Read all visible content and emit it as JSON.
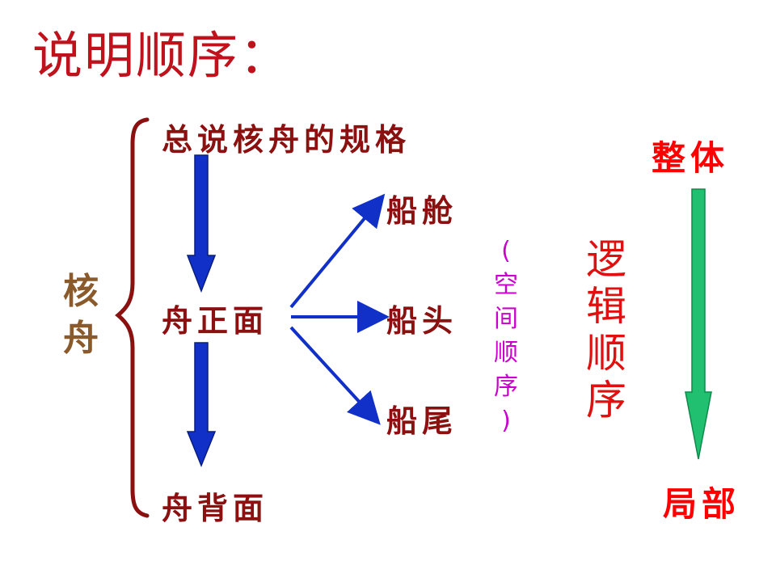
{
  "title": "说明顺序：",
  "side_label": [
    "核",
    "舟"
  ],
  "nodes": {
    "overview": "总说核舟的规格",
    "front": "舟正面",
    "back": "舟背面",
    "cabin": "船舱",
    "bow": "船头",
    "stern": "船尾"
  },
  "spatial_order": [
    "(",
    "空",
    "间",
    "顺",
    "序",
    ")"
  ],
  "logical_order": [
    "逻",
    "辑",
    "顺",
    "序"
  ],
  "whole": "整体",
  "part": "局部",
  "colors": {
    "title": "#c0121c",
    "node_text": "#8b1010",
    "side_label": "#8b5a2b",
    "blue_arrow": "#1030c8",
    "green_arrow": "#20c070",
    "spatial": "#cc00cc",
    "logical": "#e01010",
    "red_word": "#ff0000"
  }
}
